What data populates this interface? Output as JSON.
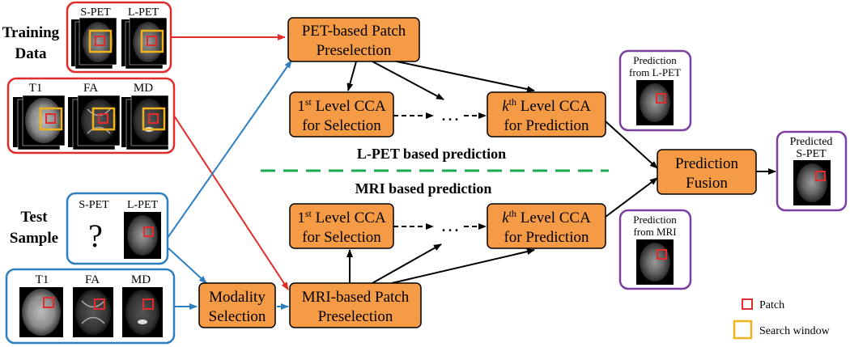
{
  "training": {
    "title_line1": "Training",
    "title_line2": "Data",
    "pet_labels": [
      "S-PET",
      "L-PET"
    ],
    "mri_labels": [
      "T1",
      "FA",
      "MD"
    ]
  },
  "test": {
    "title_line1": "Test",
    "title_line2": "Sample",
    "pet_labels": [
      "S-PET",
      "L-PET"
    ],
    "missing_mark": "?",
    "mri_labels": [
      "T1",
      "FA",
      "MD"
    ]
  },
  "boxes": {
    "pet_preselect": [
      "PET-based Patch",
      "Preselection"
    ],
    "cca1_top": [
      "Level CCA",
      "for Selection"
    ],
    "ccak_top": [
      "Level CCA",
      "for Prediction"
    ],
    "cca1_bottom": [
      "Level CCA",
      "for Selection"
    ],
    "ccak_bottom": [
      "Level CCA",
      "for Prediction"
    ],
    "modality": [
      "Modality",
      "Selection"
    ],
    "mri_preselect": [
      "MRI-based Patch",
      "Preselection"
    ],
    "fusion": [
      "Prediction",
      "Fusion"
    ]
  },
  "cca": {
    "first": "1",
    "first_sup": "st",
    "k": "k",
    "k_sup": "th"
  },
  "ellipsis": "…",
  "sections": {
    "lpet": "L-PET based prediction",
    "mri": "MRI based prediction"
  },
  "predictions": {
    "from_lpet": [
      "Prediction",
      "from L-PET"
    ],
    "from_mri": [
      "Prediction",
      "from MRI"
    ],
    "predicted": [
      "Predicted",
      "S-PET"
    ]
  },
  "legend": {
    "patch": "Patch",
    "search_window": "Search window"
  },
  "colors": {
    "box_fill": "#f59a45",
    "box_stroke": "#000000",
    "red": "#e32b2b",
    "blue": "#2e7fc0",
    "purple": "#7a3fa0",
    "green": "#1bab4f",
    "yellow": "#f2b21c"
  }
}
